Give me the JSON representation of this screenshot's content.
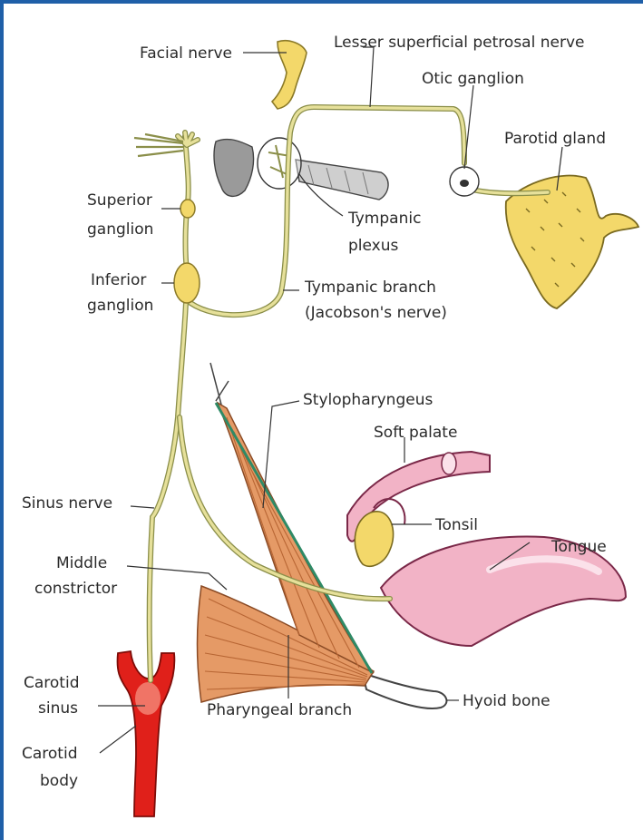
{
  "labels": {
    "facial_nerve": "Facial nerve",
    "lesser_petrosal": "Lesser superficial petrosal nerve",
    "otic_ganglion": "Otic ganglion",
    "parotid_gland": "Parotid gland",
    "superior_ganglion_1": "Superior",
    "superior_ganglion_2": "ganglion",
    "tympanic_plexus_1": "Tympanic",
    "tympanic_plexus_2": "plexus",
    "inferior_ganglion_1": "Inferior",
    "inferior_ganglion_2": "ganglion",
    "tympanic_branch_1": "Tympanic branch",
    "tympanic_branch_2": "(Jacobson's nerve)",
    "stylopharyngeus": "Stylopharyngeus",
    "soft_palate": "Soft palate",
    "sinus_nerve": "Sinus nerve",
    "tonsil": "Tonsil",
    "tongue": "Tongue",
    "middle_constrictor_1": "Middle",
    "middle_constrictor_2": "constrictor",
    "carotid_sinus_1": "Carotid",
    "carotid_sinus_2": "sinus",
    "pharyngeal_branch": "Pharyngeal branch",
    "hyoid_bone": "Hyoid bone",
    "carotid_body_1": "Carotid",
    "carotid_body_2": "body"
  },
  "colors": {
    "nerve": "#e6e09a",
    "nerve_outline": "#8b8f4a",
    "gland": "#f3d86a",
    "muscle": "#e59a66",
    "artery": "#e0201a",
    "palate": "#f2b3c6",
    "frame": "#1f5fa8"
  }
}
